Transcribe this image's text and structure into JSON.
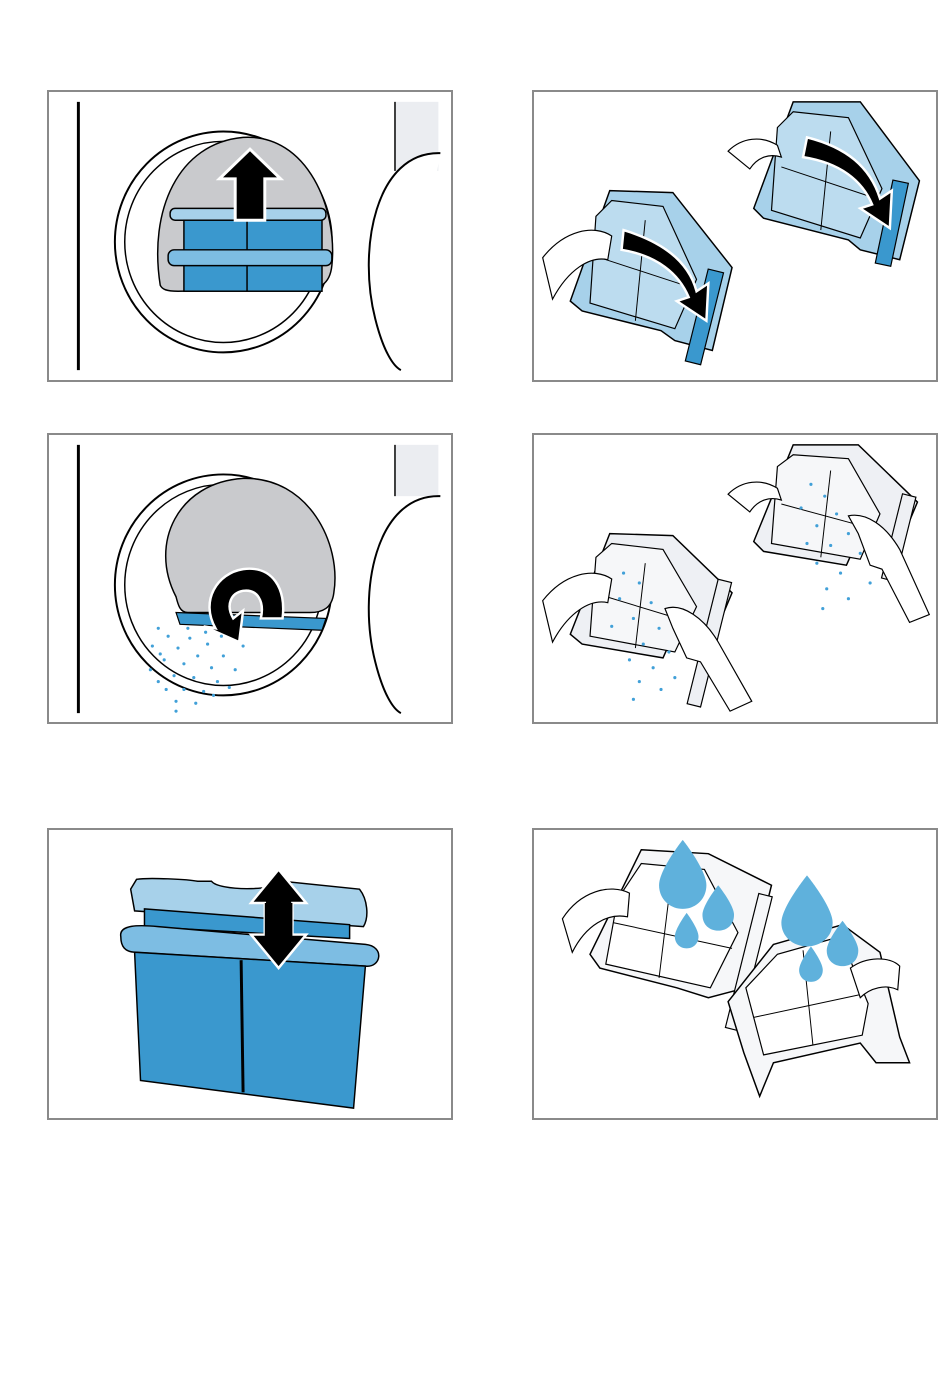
{
  "page": {
    "panels": [
      {
        "id": "p1",
        "icon": "dryer-door-remove-filter-icon"
      },
      {
        "id": "p2",
        "icon": "open-fluff-filter-icon"
      },
      {
        "id": "p3",
        "icon": "dryer-door-clean-fluff-icon"
      },
      {
        "id": "p4",
        "icon": "brush-out-fluff-icon"
      },
      {
        "id": "p5",
        "icon": "fluff-filter-insert-icon"
      },
      {
        "id": "p6",
        "icon": "rinse-filter-water-icon"
      }
    ],
    "colors": {
      "filter_blue": "#3a98ce",
      "filter_light_blue": "#a7d1ea",
      "drum_grey": "#c9cacd",
      "water_blue": "#5fb1dc",
      "fluff_blue": "#41a0d8",
      "frame_grey": "#8a8a8a"
    }
  }
}
